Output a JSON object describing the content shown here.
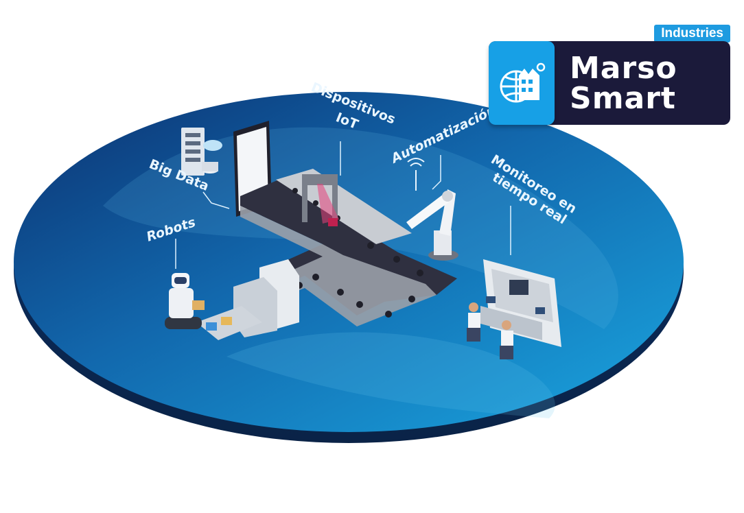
{
  "labels": {
    "big_data": "Big Data",
    "robots": "Robots",
    "iot_line1": "Dispositivos",
    "iot_line2": "IoT",
    "automation": "Automatización",
    "monitor_line1": "Monitoreo en",
    "monitor_line2": "tiempo real"
  },
  "logo": {
    "tag": "Industries",
    "word1": "Marso",
    "word2": "Smart"
  },
  "colors": {
    "disc_dark": "#0d3d78",
    "disc_light": "#1aa0dc",
    "conveyor": "#3a3a4a",
    "logo_dark": "#1b1a3a",
    "logo_blue": "#17a0e6"
  }
}
